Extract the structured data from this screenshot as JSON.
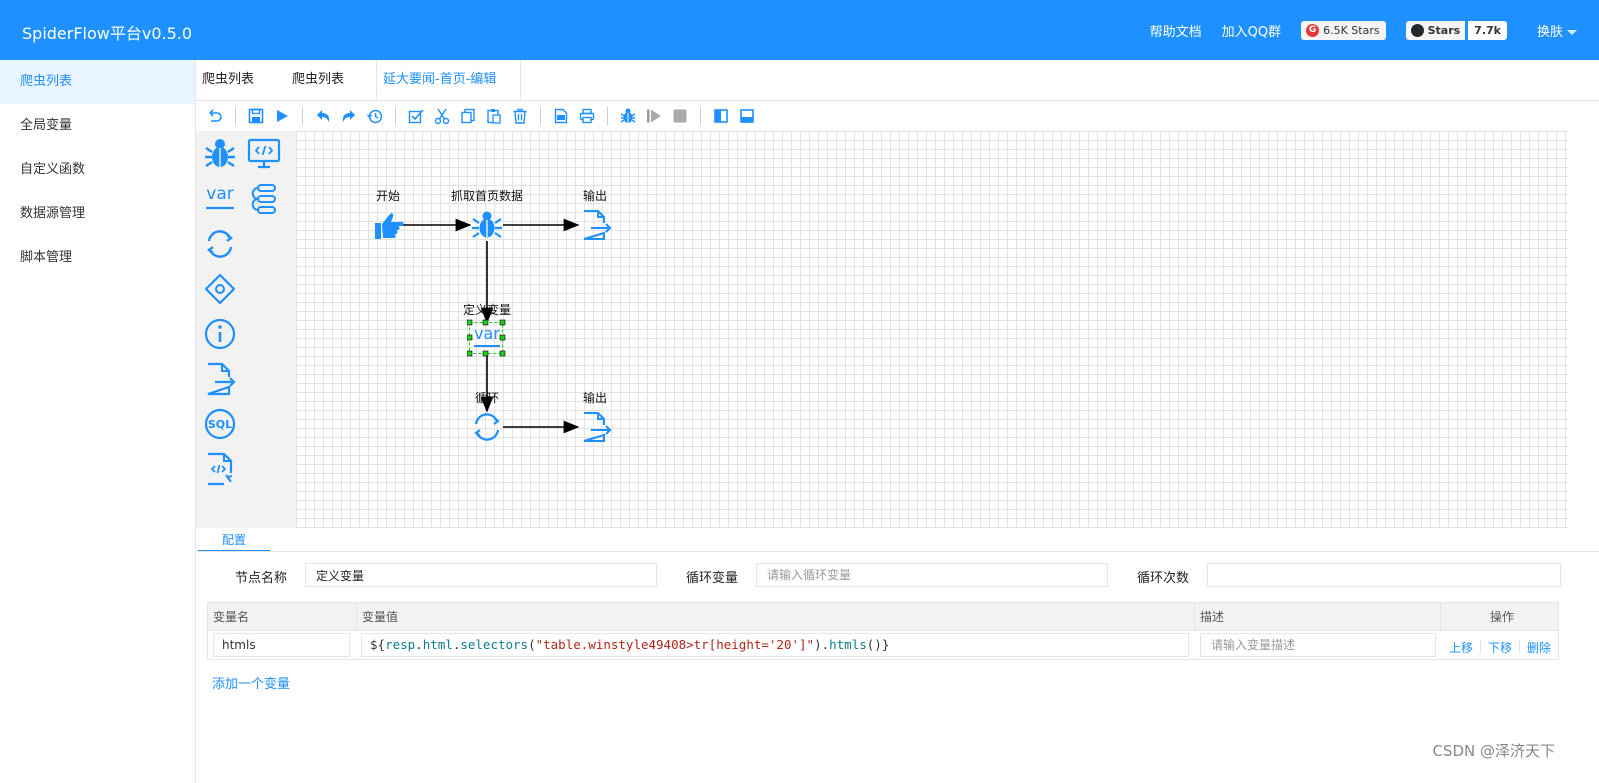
{
  "header": {
    "brand": "SpiderFlow平台v0.5.0",
    "help_link": "帮助文档",
    "qq_link": "加入QQ群",
    "gitee_badge": "6.5K Stars",
    "github_badge_label": "Stars",
    "github_badge_count": "7.7k",
    "skin_label": "换肤"
  },
  "sidebar": {
    "items": [
      {
        "label": "爬虫列表"
      },
      {
        "label": "全局变量"
      },
      {
        "label": "自定义函数"
      },
      {
        "label": "数据源管理"
      },
      {
        "label": "脚本管理"
      }
    ]
  },
  "tabs": [
    {
      "label": "爬虫列表"
    },
    {
      "label": "爬虫列表"
    },
    {
      "label": "延大要闻-首页-编辑"
    }
  ],
  "flow": {
    "nodes": [
      {
        "label": "开始",
        "icon": "pointing-hand-icon"
      },
      {
        "label": "抓取首页数据",
        "icon": "spider-icon"
      },
      {
        "label": "输出",
        "icon": "output-file-icon"
      },
      {
        "label": "定义变量",
        "icon": "var-icon"
      },
      {
        "label": "循环",
        "icon": "loop-icon"
      },
      {
        "label": "输出",
        "icon": "output-file-icon"
      }
    ]
  },
  "config": {
    "tab_label": "配置",
    "node_name_label": "节点名称",
    "node_name_value": "定义变量",
    "loop_var_label": "循环变量",
    "loop_var_placeholder": "请输入循环变量",
    "loop_count_label": "循环次数",
    "loop_count_value": ""
  },
  "variables": {
    "columns": [
      "变量名",
      "变量值",
      "描述",
      "操作"
    ],
    "rows": [
      {
        "name": "htmls",
        "value_parts": [
          "${",
          "resp",
          ".",
          "html",
          ".",
          "selectors",
          "(",
          "\"table.winstyle49408>tr[height='20']\"",
          ").",
          "htmls",
          "()}"
        ],
        "desc_placeholder": "请输入变量描述",
        "ops": [
          "上移",
          "下移",
          "删除"
        ]
      }
    ],
    "add_label": "添加一个变量"
  },
  "watermark": "CSDN @泽济天下",
  "colors": {
    "brand": "#1e90ff",
    "selection": "#22cc22"
  }
}
